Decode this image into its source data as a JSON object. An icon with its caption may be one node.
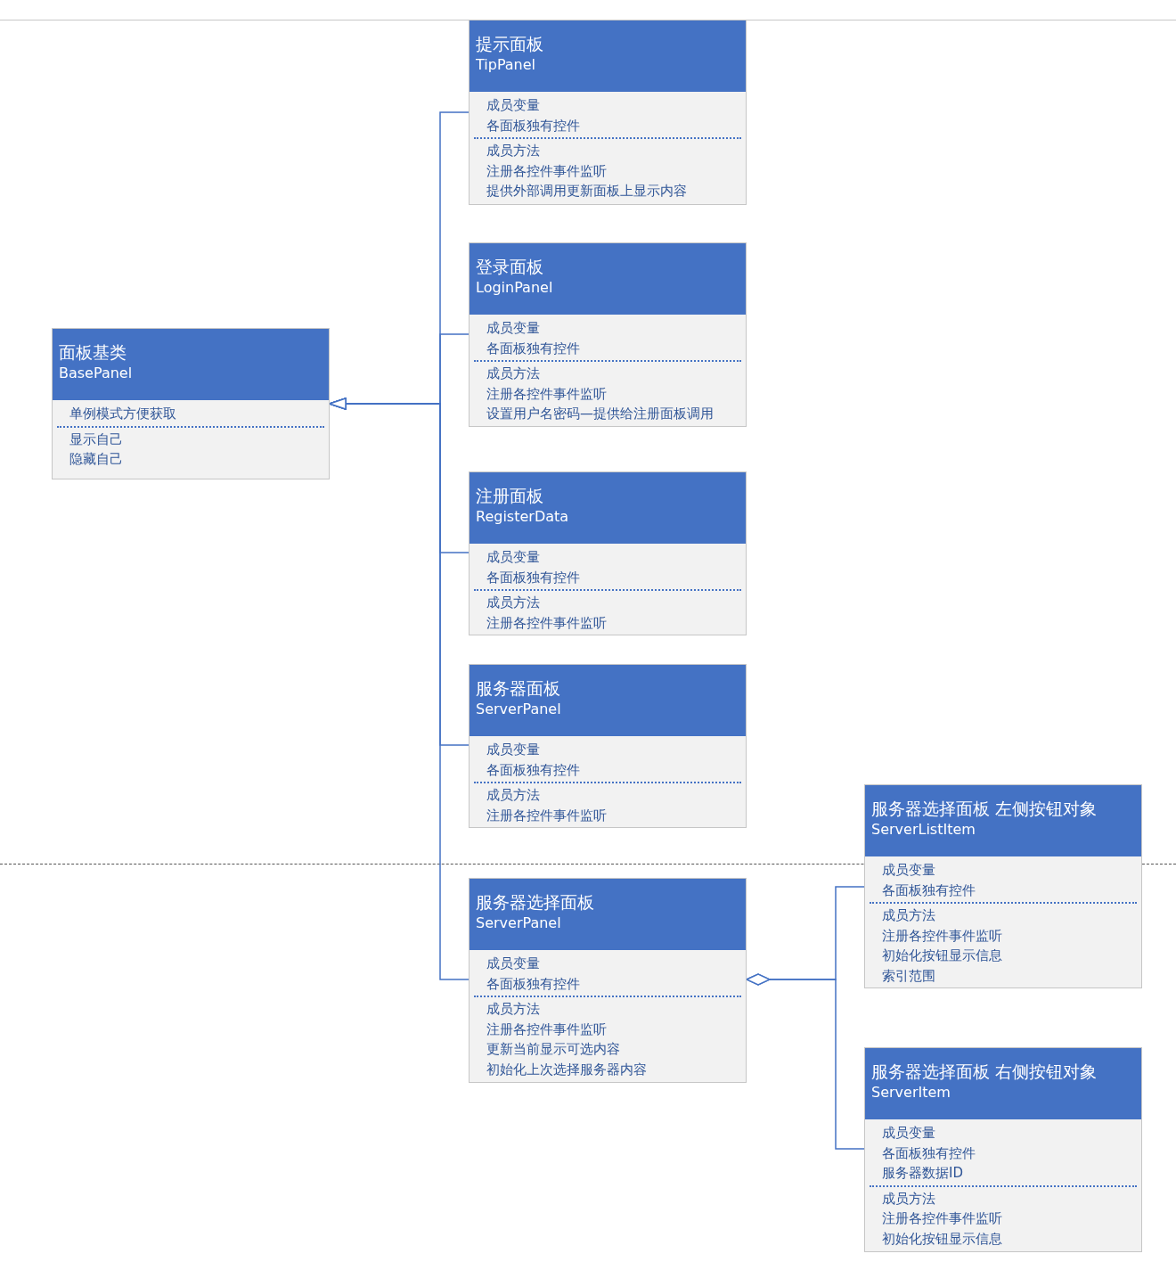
{
  "diagram": {
    "nodes": [
      {
        "text": [
          "面板基类",
          "BasePanel",
          "单例模式方便获取",
          "显示自己",
          "隐藏自己"
        ]
      },
      {
        "text": [
          "提示面板",
          "TipPanel",
          "成员变量",
          "各面板独有控件",
          "成员方法",
          "注册各控件事件监听",
          "提供外部调用更新面板上显示内容"
        ]
      },
      {
        "text": [
          "登录面板",
          "LoginPanel",
          "成员变量",
          "各面板独有控件",
          "成员方法",
          "注册各控件事件监听",
          "设置用户名密码—提供给注册面板调用"
        ]
      },
      {
        "text": [
          "注册面板",
          "RegisterData",
          "成员变量",
          "各面板独有控件",
          "成员方法",
          "注册各控件事件监听"
        ]
      },
      {
        "text": [
          "服务器面板",
          "ServerPanel",
          "成员变量",
          "各面板独有控件",
          "成员方法",
          "注册各控件事件监听"
        ]
      },
      {
        "text": [
          "服务器选择面板",
          "ServerPanel",
          "成员变量",
          "各面板独有控件",
          "成员方法",
          "注册各控件事件监听",
          "更新当前显示可选内容",
          "初始化上次选择服务器内容"
        ]
      },
      {
        "text": [
          "服务器选择面板 左侧按钮对象",
          "ServerListItem",
          "成员变量",
          "各面板独有控件",
          "成员方法",
          "注册各控件事件监听",
          "初始化按钮显示信息",
          "索引范围"
        ]
      },
      {
        "text": [
          "服务器选择面板 右侧按钮对象",
          "ServerItem",
          "成员变量",
          "各面板独有控件",
          "服务器数据ID",
          "成员方法",
          "注册各控件事件监听",
          "初始化按钮显示信息"
        ]
      }
    ],
    "edges": [
      {
        "from": 1,
        "to": 0,
        "arrow": "to"
      },
      {
        "from": 2,
        "to": 0,
        "arrow": "to"
      },
      {
        "from": 3,
        "to": 0,
        "arrow": "to"
      },
      {
        "from": 4,
        "to": 0,
        "arrow": "to"
      },
      {
        "from": 5,
        "to": 0,
        "arrow": "to"
      },
      {
        "from": 5,
        "to": 6,
        "arrow": "other"
      },
      {
        "from": 5,
        "to": 7,
        "arrow": "other"
      }
    ]
  }
}
